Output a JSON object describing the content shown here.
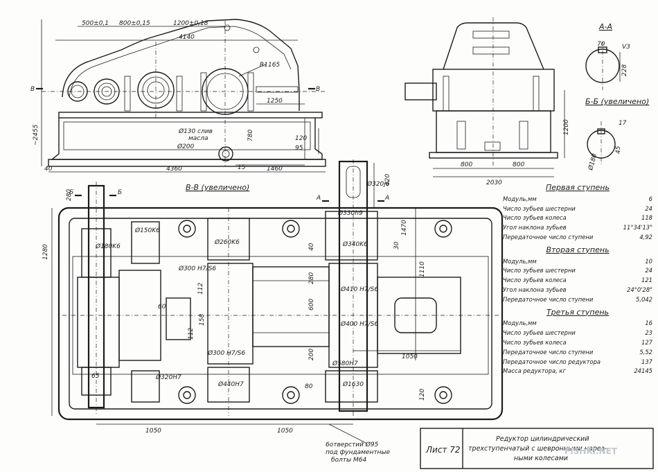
{
  "title_block": {
    "sheet_label": "Лист 72",
    "title": "Редуктор цилиндрический трехступенчатый с шевронными нарезанными колесами",
    "watermark": "FISHKI.NET"
  },
  "views": {
    "section_bb_title": "В-В (увеличено)",
    "section_aa_title": "А-А",
    "section_bb_small_title": "Б-Б (увеличено)",
    "cut_marks": [
      "В",
      "В",
      "А",
      "А",
      "Б",
      "Б"
    ]
  },
  "dimensions": {
    "top_500": "500±0,1",
    "top_800": "800±0,15",
    "top_1200": "1200±0,18",
    "len_4140": "4140",
    "radius": "R1165",
    "d_1250": "1250",
    "height_2455": "~2455",
    "drain": "Ø130 слив",
    "drain_2": "масла",
    "d_200": "Ø200",
    "d_780": "780",
    "d_120": "120",
    "d_95": "95",
    "d_15": "15",
    "d_1460": "1460",
    "d_4360": "4360",
    "d_40": "40",
    "side_1200": "1200",
    "side_800a": "800",
    "side_800b": "800",
    "side_2030": "2030",
    "plan_1280": "1280",
    "plan_280": "280",
    "shaft_320": "Ø320j6",
    "d_420": "420",
    "d_1470": "1470",
    "d_1110": "1110",
    "d_330h9": "Ø330h9",
    "d_340k6": "Ø340K6",
    "d_150k6": "Ø150K6",
    "d_180k6": "Ø180K6",
    "d_260k6": "Ø260K6",
    "d_300h7": "Ø300 H7/S6",
    "d_410h7": "Ø410 H7/S6",
    "d_400h7": "Ø400 H7/S6",
    "d_300h7b": "Ø300 H7/S6",
    "d_580h7": "Ø580H7",
    "d_320h7": "Ø320H7",
    "d_440h7": "Ø440H7",
    "d_1630": "Ø1630",
    "d_1050a": "1050",
    "d_1050b": "1050",
    "d_1050c": "1050",
    "d_600": "600",
    "d_280": "280",
    "d_200b": "200",
    "d_112": "112",
    "d_112b": "112",
    "d_158": "158",
    "d_40b": "40",
    "d_30": "30",
    "d_120b": "120",
    "d_60": "60",
    "d_80": "80",
    "d_65": "65",
    "holes_note_1": "6отверстий Ø95",
    "holes_note_2": "под фундаментные",
    "holes_note_3": "болты М64",
    "aa_d1": "70",
    "aa_d2": "V3",
    "aa_d3": "228",
    "bb_d1": "Ø180",
    "bb_d2": "17",
    "bb_d3": "45"
  },
  "spec_table": {
    "stage1": {
      "header": "Первая ступень",
      "rows": [
        {
          "label": "Модуль,мм",
          "value": "6"
        },
        {
          "label": "Число зубьев шестерни",
          "value": "24"
        },
        {
          "label": "Число зубьев колеса",
          "value": "118"
        },
        {
          "label": "Угол наклона зубьев",
          "value": "11°34'13\""
        },
        {
          "label": "Передаточное число ступени",
          "value": "4,92"
        }
      ]
    },
    "stage2": {
      "header": "Вторая ступень",
      "rows": [
        {
          "label": "Модуль,мм",
          "value": "10"
        },
        {
          "label": "Число зубьев шестерни",
          "value": "24"
        },
        {
          "label": "Число зубьев колеса",
          "value": "121"
        },
        {
          "label": "Угол наклона зубьев",
          "value": "24°0'28\""
        },
        {
          "label": "Передаточное число ступени",
          "value": "5,042"
        }
      ]
    },
    "stage3": {
      "header": "Третья ступень",
      "rows": [
        {
          "label": "Модуль,мм",
          "value": "16"
        },
        {
          "label": "Число зубьев шестерни",
          "value": "23"
        },
        {
          "label": "Число зубьев колеса",
          "value": "127"
        },
        {
          "label": "Передаточное число ступени",
          "value": "5,52"
        },
        {
          "label": "Передаточное число редуктора",
          "value": "137"
        },
        {
          "label": "Масса редуктора, кг",
          "value": "24145"
        }
      ]
    }
  }
}
